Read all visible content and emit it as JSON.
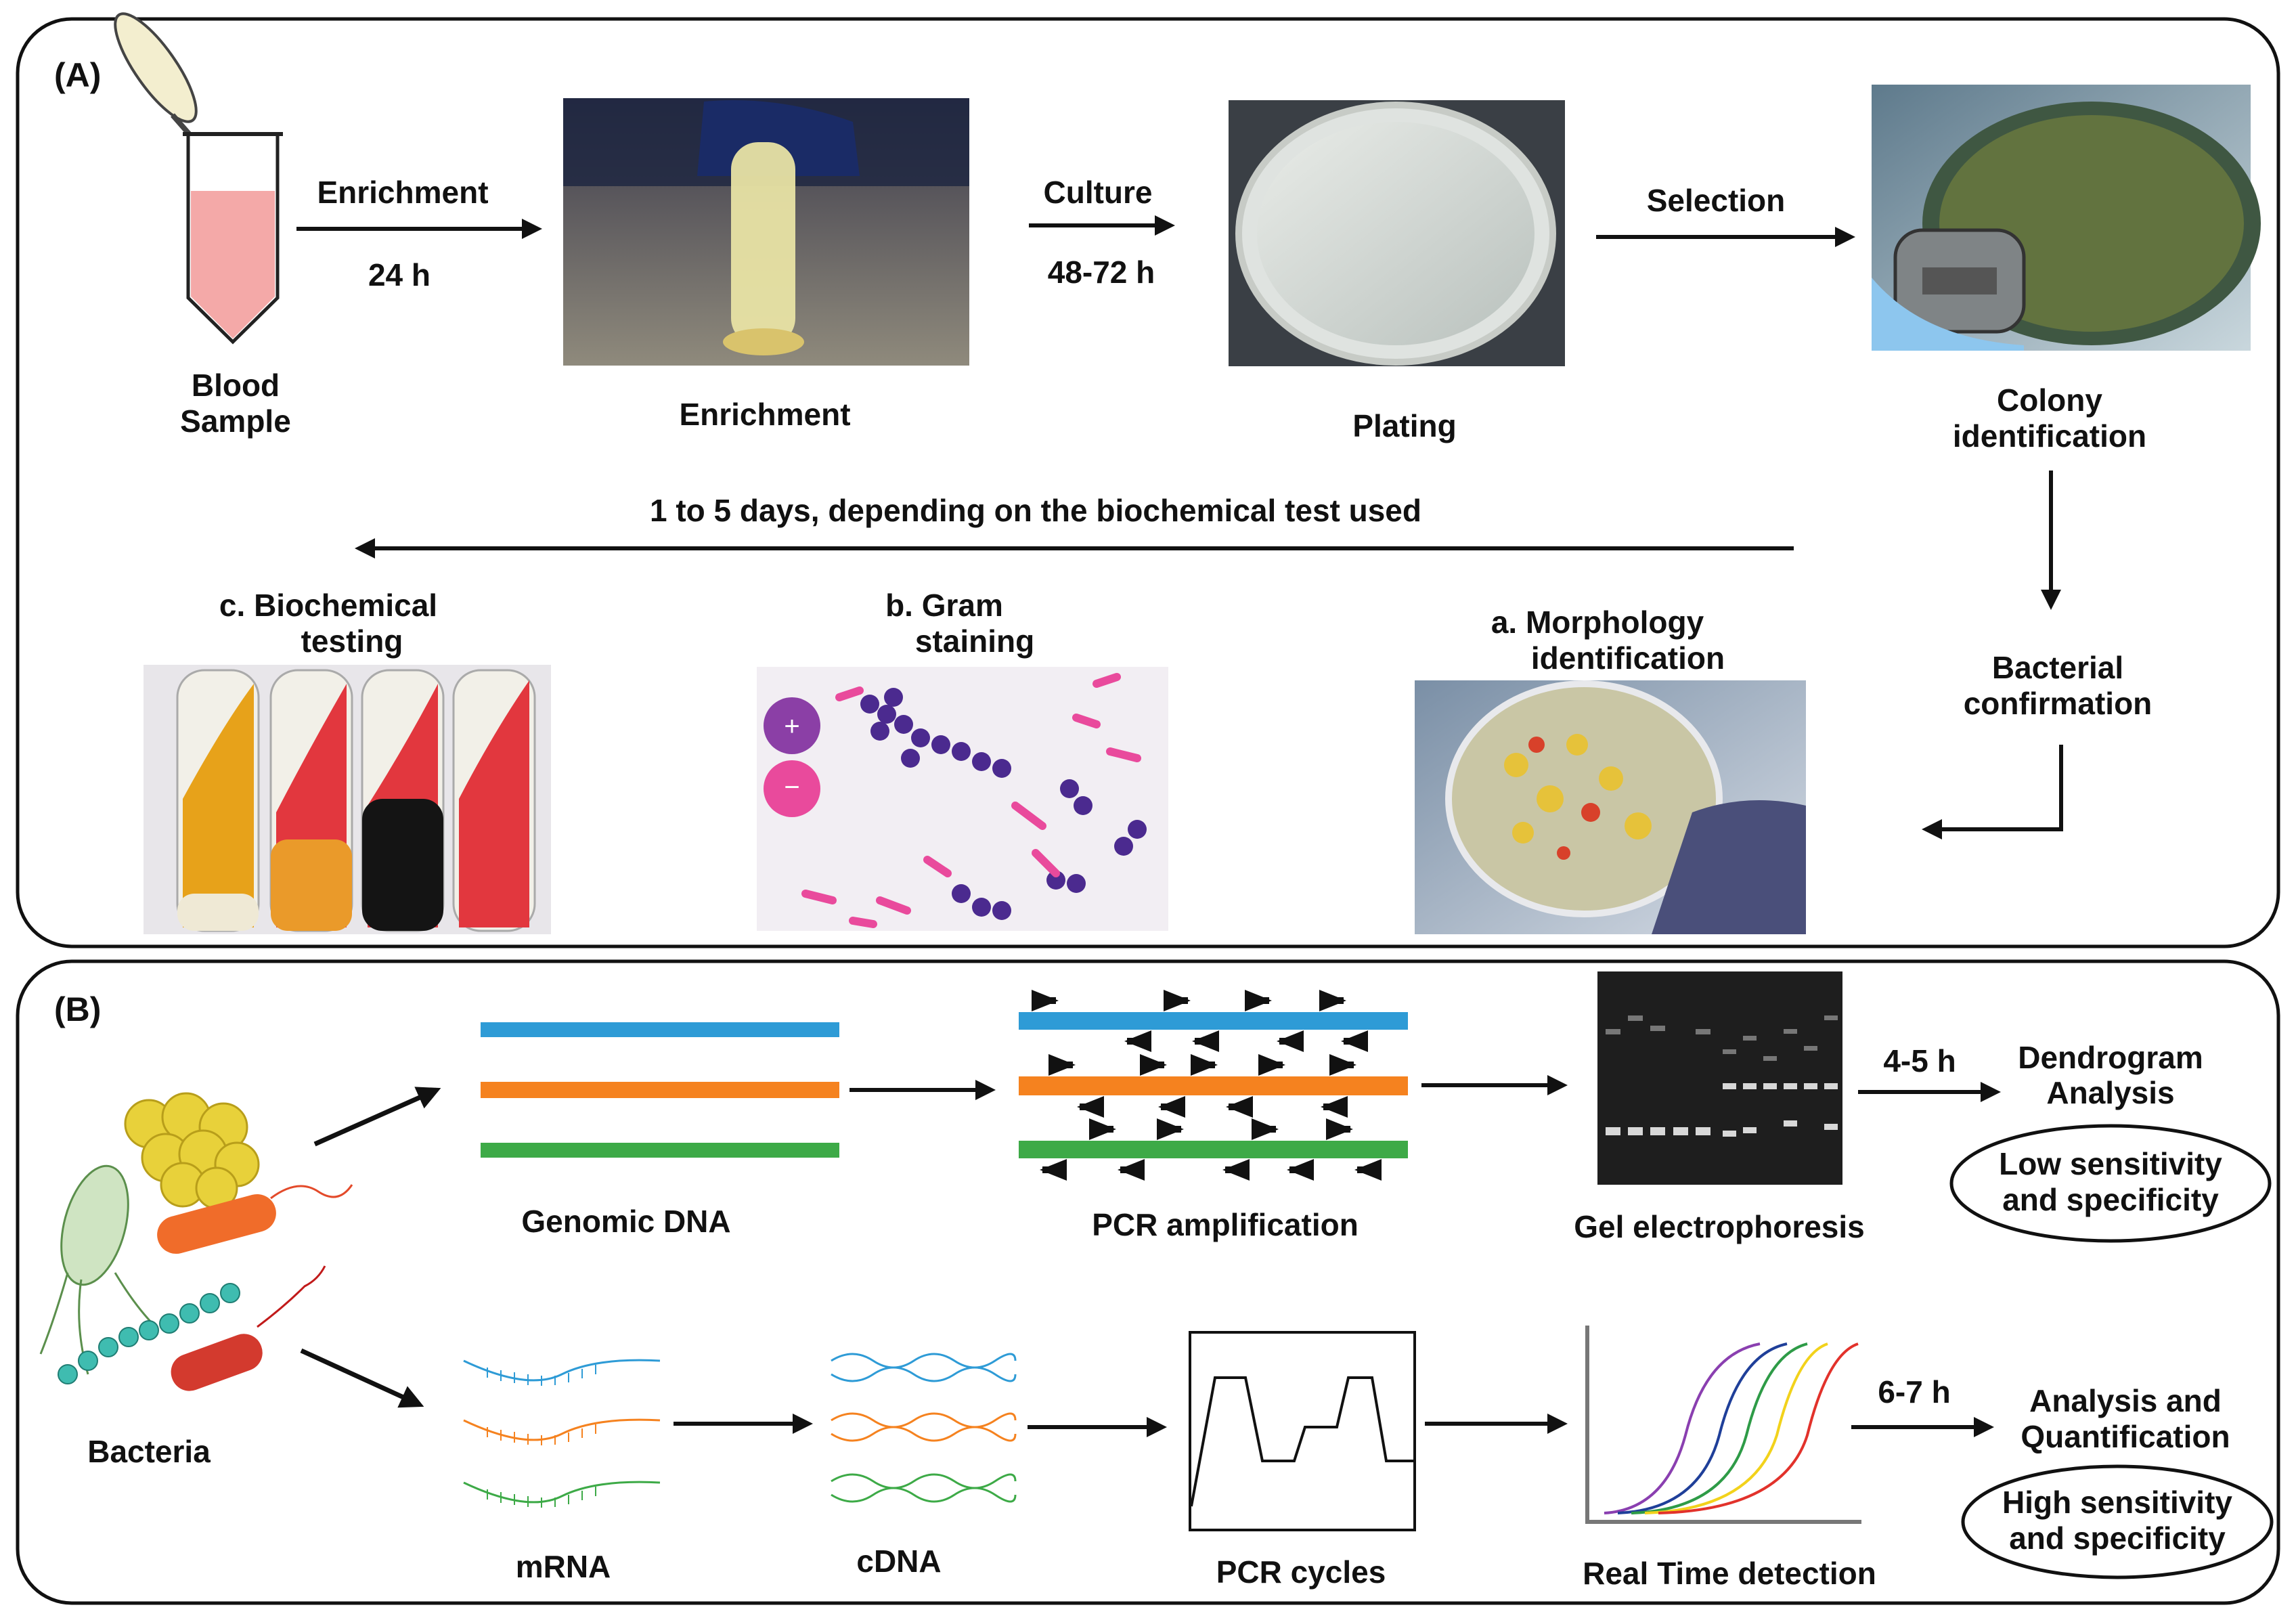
{
  "panel_a": {
    "label": "(A)",
    "blood_sample": [
      "Blood",
      "Sample"
    ],
    "enrichment_arrow_top": "Enrichment",
    "enrichment_arrow_bottom": "24 h",
    "enrichment_caption": "Enrichment",
    "culture_arrow_top": "Culture",
    "culture_arrow_bottom": "48-72 h",
    "plating_caption": "Plating",
    "selection_arrow_top": "Selection",
    "colony_caption": [
      "Colony",
      "identification"
    ],
    "days_note": "1 to 5 days, depending on the biochemical test used",
    "biochemical_caption": [
      "c.   Biochemical",
      "testing"
    ],
    "gram_caption": [
      "b.   Gram",
      "staining"
    ],
    "morphology_caption": [
      "a.   Morphology",
      "identification"
    ],
    "bacterial_confirmation": [
      "Bacterial",
      "confirmation"
    ]
  },
  "panel_b": {
    "label": "(B)",
    "bacteria_caption": "Bacteria",
    "genomic_dna_caption": "Genomic DNA",
    "pcr_amplification_caption": "PCR amplification",
    "gel_caption": "Gel electrophoresis",
    "time_top": "4-5 h",
    "dendrogram_caption": [
      "Dendrogram",
      "Analysis"
    ],
    "low_sensitivity": [
      "Low sensitivity",
      "and specificity"
    ],
    "mrna_caption": "mRNA",
    "cdna_caption": "cDNA",
    "pcr_cycles_caption": "PCR cycles",
    "realtime_caption": "Real Time detection",
    "time_bottom": "6-7 h",
    "analysis_caption": [
      "Analysis and",
      "Quantification"
    ],
    "high_sensitivity": [
      "High sensitivity",
      "and specificity"
    ]
  },
  "colors": {
    "dna_blue": "#2e9bd6",
    "dna_orange": "#f5821f",
    "dna_green": "#3daa47",
    "curve_purple": "#8a3fb0",
    "curve_blue": "#1f3f99",
    "curve_green": "#2e9b47",
    "curve_yellow": "#f2d21b",
    "curve_red": "#e2322b",
    "blood_pink": "#f4a9a8",
    "enrichment_yellow": "#e8e3a4",
    "gram_purple": "#4b2a8f",
    "gram_pink": "#e94a9c"
  }
}
